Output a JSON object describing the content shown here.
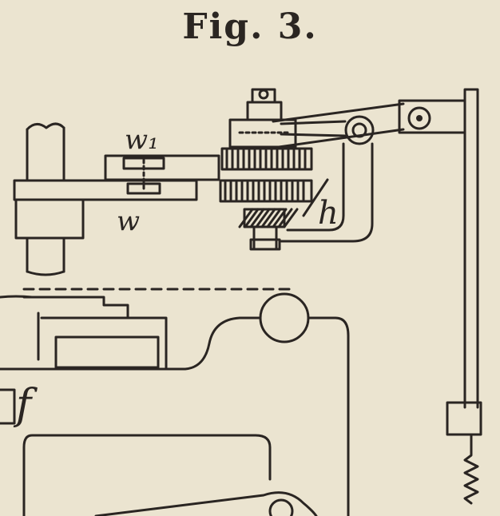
{
  "figure": {
    "title": "Fig. 3."
  },
  "labels": {
    "upper_gear": "w₁",
    "lower_gear": "w",
    "lever": "h",
    "frame": "f"
  },
  "colors": {
    "paper": "#ebe4d0",
    "ink": "#2a2522"
  }
}
